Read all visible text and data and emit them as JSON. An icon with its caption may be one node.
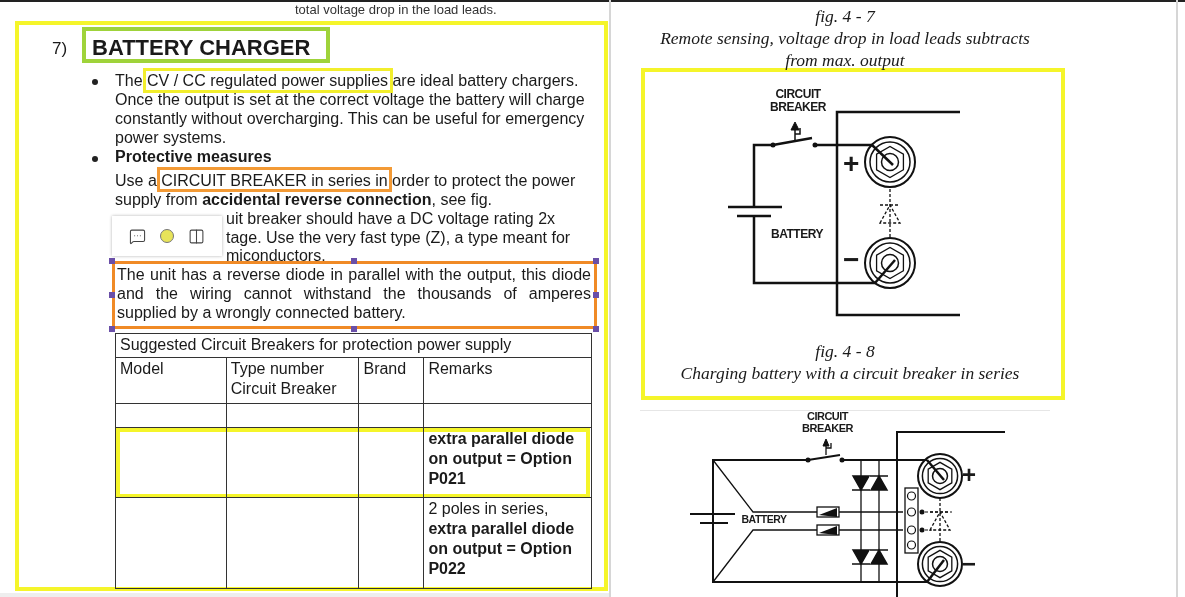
{
  "diagram": {
    "labels": [
      "total voltage drop in the load leads.",
      "7)",
      "BATTERY CHARGER",
      "The CV / CC regulated power supplies are ideal battery chargers. Once the output is set at the correct voltage the battery will charge constantly without overcharging. This can be useful for emergency power systems.",
      "Protective measures",
      "Use a CIRCUIT BREAKER in series in order to protect the power supply from **accidental reverse connection**, see fig.",
      "uit breaker should have a DC voltage rating 2x",
      "tage. Use the very fast type (Z), a type meant for",
      "miconductors.",
      "The unit has a reverse diode in parallel with the output, this diode and the wiring cannot withstand the thousands of amperes supplied by a wrongly connected battery.",
      "Suggested Circuit Breakers for protection power supply",
      "Model",
      "Type number Circuit Breaker",
      "Brand",
      "Remarks",
      "extra parallel diode on output = Option P021",
      "2 poles in series, **extra parallel diode on output = Option P022**",
      "fig. 4 - 7",
      "Remote sensing, voltage drop in load leads subtracts from max. output",
      "CIRCUIT BREAKER",
      "+",
      "BATTERY",
      "−",
      "fig. 4 - 8",
      "Charging battery with a circuit breaker in series",
      "CIRCUIT BREAKER",
      "+",
      "BATTERY",
      "−"
    ]
  }
}
